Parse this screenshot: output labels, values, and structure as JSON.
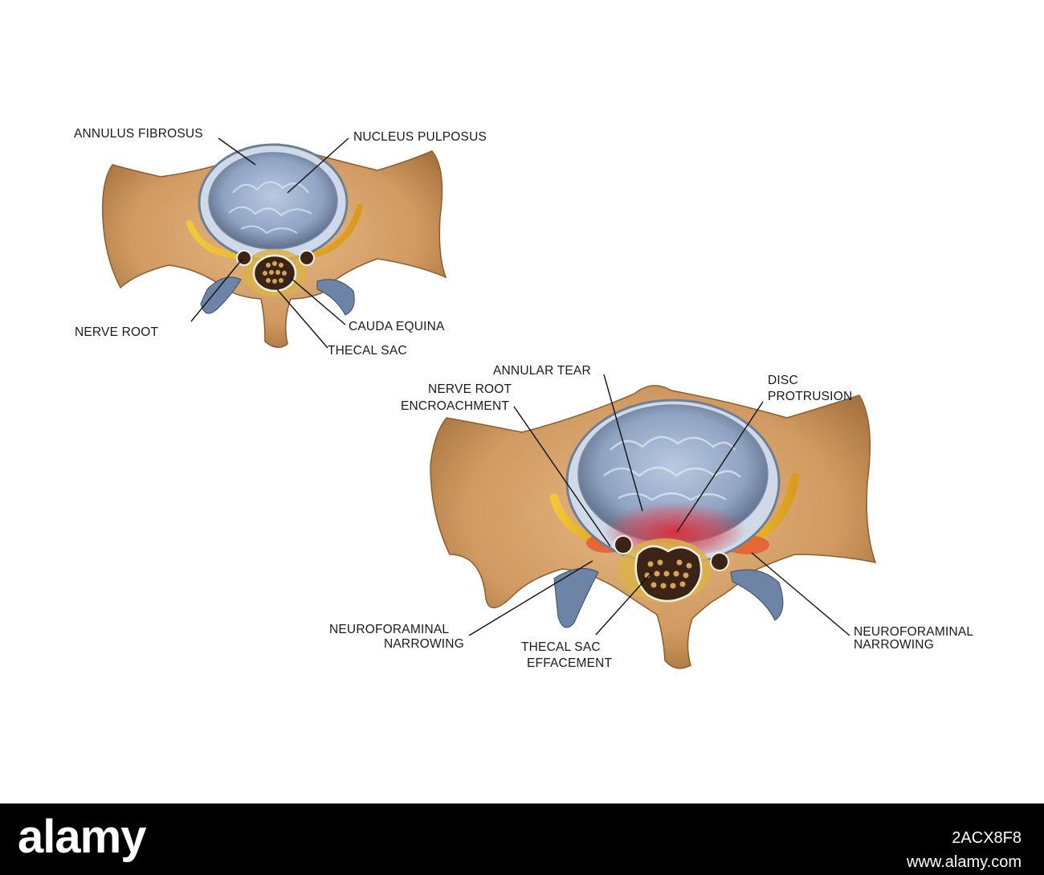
{
  "labels": {
    "annulus_fibrosus": "ANNULUS FIBROSUS",
    "nucleus_pulposus": "NUCLEUS PULPOSUS",
    "nerve_root": "NERVE ROOT",
    "cauda_equina": "CAUDA EQUINA",
    "thecal_sac": "THECAL SAC",
    "annular_tear": "ANNULAR TEAR",
    "nerve_root_encroachment": [
      "NERVE ROOT",
      "ENCROACHMENT"
    ],
    "disc_protrusion": [
      "DISC",
      "PROTRUSION"
    ],
    "neuroforaminal_left": [
      "NEUROFORAMINAL",
      "NARROWING"
    ],
    "neuroforaminal_right": [
      "NEUROFORAMINAL",
      "NARROWING"
    ],
    "thecal_sac_effacement": [
      "THECAL SAC",
      "EFFACEMENT"
    ]
  },
  "footer": {
    "brand": "alamy",
    "image_id": "2ACX8F8",
    "site": "www.alamy.com"
  },
  "colors": {
    "bone": "#d2a06a",
    "bone_dark": "#9c6a3a",
    "disc": "#8fa6c6",
    "disc_rim": "#6e7f95",
    "nerve": "#e7b52a",
    "inflamed": "#e0302c"
  }
}
